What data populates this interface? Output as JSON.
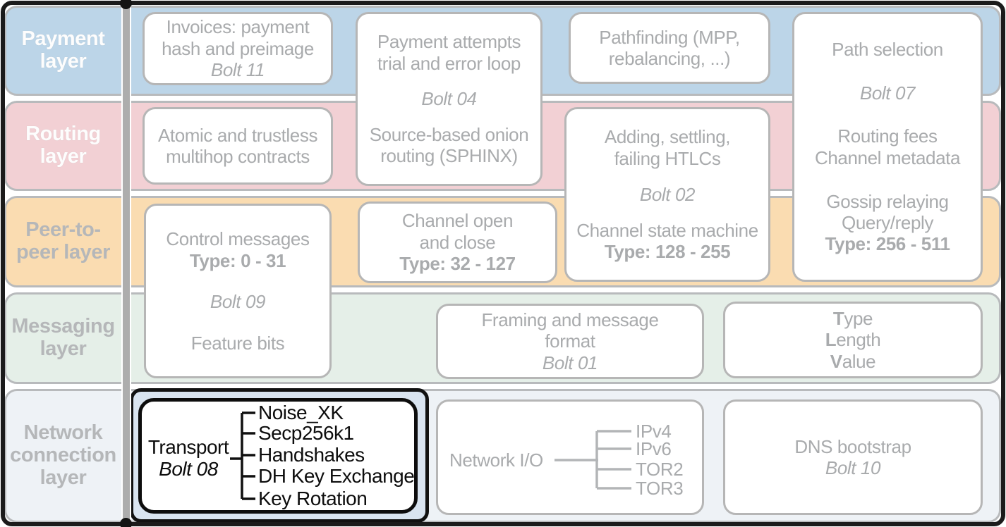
{
  "layer_labels": [
    "Payment\nlayer",
    "Routing\nlayer",
    "Peer-to-\npeer layer",
    "Messaging\nlayer",
    "Network\nconnection\nlayer"
  ],
  "boxes": {
    "invoices": {
      "line1": "Invoices: payment",
      "line2": "hash and preimage",
      "bolt": "Bolt 11"
    },
    "payment_attempts": {
      "line1": "Payment attempts",
      "line2": "trial and error loop",
      "bolt": "Bolt 04",
      "line3": "Source-based onion",
      "line4": "routing (SPHINX)"
    },
    "pathfinding": {
      "line1": "Pathfinding (MPP,",
      "line2": "rebalancing, ...)"
    },
    "path_selection": {
      "line1": "Path selection",
      "bolt": "Bolt 07",
      "line2": "Routing fees",
      "line3": "Channel metadata",
      "line4": "Gossip relaying",
      "line5": "Query/reply",
      "type_range": "Type: 256 - 511"
    },
    "atomic": {
      "line1": "Atomic and trustless",
      "line2": "multihop contracts"
    },
    "htlcs": {
      "line1": "Adding, settling,",
      "line2": "failing HTLCs",
      "bolt": "Bolt 02",
      "line3": "Channel state machine",
      "type_range": "Type: 128 - 255"
    },
    "control": {
      "line1": "Control messages",
      "type_range": "Type: 0 - 31",
      "bolt": "Bolt 09",
      "line2": "Feature bits"
    },
    "channel_open": {
      "line1": "Channel open",
      "line2": "and close",
      "type_range": "Type: 32 - 127"
    },
    "framing": {
      "line1": "Framing and message",
      "line2": "format",
      "bolt": "Bolt 01"
    },
    "tlv": {
      "t_bold": "T",
      "t_rest": "ype",
      "l_bold": "L",
      "l_rest": "ength",
      "v_bold": "V",
      "v_rest": "alue"
    },
    "transport": {
      "label": "Transport",
      "bolt": "Bolt 08",
      "items": [
        "Noise_XK",
        "Secp256k1",
        "Handshakes",
        "DH Key Exchange",
        "Key Rotation"
      ]
    },
    "network_io": {
      "label": "Network I/O",
      "items": [
        "IPv4",
        "IPv6",
        "TOR2",
        "TOR3"
      ]
    },
    "dns": {
      "line1": "DNS bootstrap",
      "bolt": "Bolt 10"
    }
  },
  "colors": {
    "payment_row": "#bcd5e8",
    "routing_row": "#f2d0d4",
    "peer_row": "#fadcb1",
    "messaging_row": "#e5efe8",
    "network_row": "#eef2f6",
    "highlight_fill": "#d9e4f0",
    "highlight_border": "#111111",
    "muted_text": "#a9abad",
    "muted_border": "#b6b6b6"
  }
}
